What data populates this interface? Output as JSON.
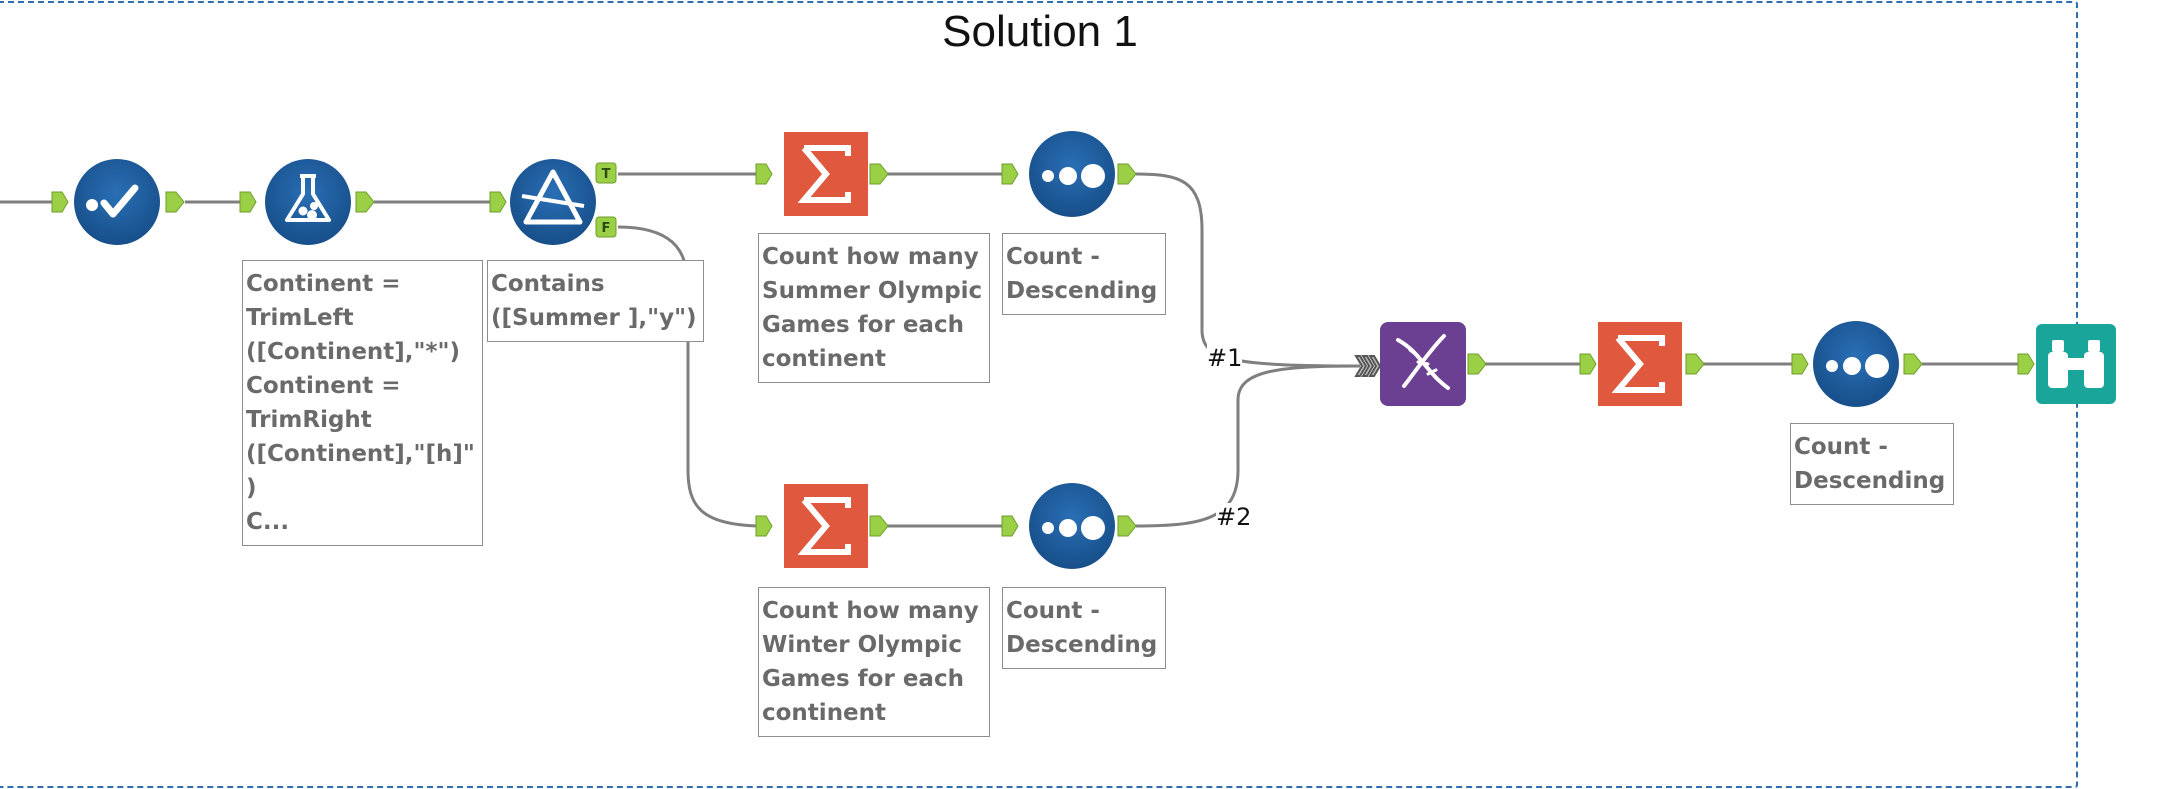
{
  "container": {
    "title": "Solution 1"
  },
  "annotations": {
    "formula": "Continent =\nTrimLeft\n([Continent],\"*\")\nContinent =\nTrimRight\n([Continent],\"[h]\"\n)\nC...",
    "filter": "Contains\n([Summer ],\"y\")",
    "summarize_summer": "Count how many\nSummer Olympic\nGames for each\ncontinent",
    "sort_summer": "Count  -\nDescending",
    "summarize_winter": "Count how many\nWinter Olympic\nGames for each\ncontinent",
    "sort_winter": "Count -\nDescending",
    "sort_final": "Count  -\nDescending"
  },
  "connection_labels": {
    "union_input_1": "#1",
    "union_input_2": "#2"
  },
  "filter_anchors": {
    "true": "T",
    "false": "F"
  },
  "colors": {
    "blue_tool": "#1d5a99",
    "orange_tool": "#e0593f",
    "purple_tool": "#6b3f91",
    "teal_tool": "#1aa59b",
    "anchor_green": "#9bcf45",
    "container_border": "#2f6fb0"
  },
  "tools": [
    {
      "id": "select",
      "icon": "select-check-icon"
    },
    {
      "id": "formula",
      "icon": "formula-flask-icon"
    },
    {
      "id": "filter",
      "icon": "filter-triangle-icon"
    },
    {
      "id": "summarize-summer",
      "icon": "summarize-sigma-icon"
    },
    {
      "id": "sort-summer",
      "icon": "sort-dots-icon"
    },
    {
      "id": "summarize-winter",
      "icon": "summarize-sigma-icon"
    },
    {
      "id": "sort-winter",
      "icon": "sort-dots-icon"
    },
    {
      "id": "union",
      "icon": "union-dna-icon"
    },
    {
      "id": "summarize-final",
      "icon": "summarize-sigma-icon"
    },
    {
      "id": "sort-final",
      "icon": "sort-dots-icon"
    },
    {
      "id": "browse",
      "icon": "browse-binoculars-icon"
    }
  ]
}
